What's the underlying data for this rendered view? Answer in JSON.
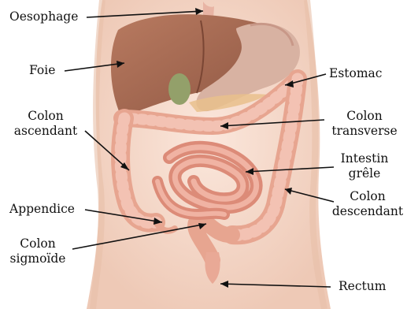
{
  "diagram": {
    "labels": {
      "oesophage": "Oesophage",
      "foie": "Foie",
      "estomac": "Estomac",
      "colon_ascendant": [
        "Colon",
        "ascendant"
      ],
      "colon_transverse": [
        "Colon",
        "transverse"
      ],
      "intestin_grele": [
        "Intestin",
        "grêle"
      ],
      "colon_descendant": [
        "Colon",
        "descendant"
      ],
      "appendice": "Appendice",
      "colon_sigmoide": [
        "Colon",
        "sigmoïde"
      ],
      "rectum": "Rectum"
    },
    "colors": {
      "skin": "#f6dccd",
      "liver": "#a86a52",
      "stomach": "#d9b5a6",
      "intestine": "#e49a88",
      "colon": "#ecaa98",
      "leader": "#111111"
    }
  }
}
